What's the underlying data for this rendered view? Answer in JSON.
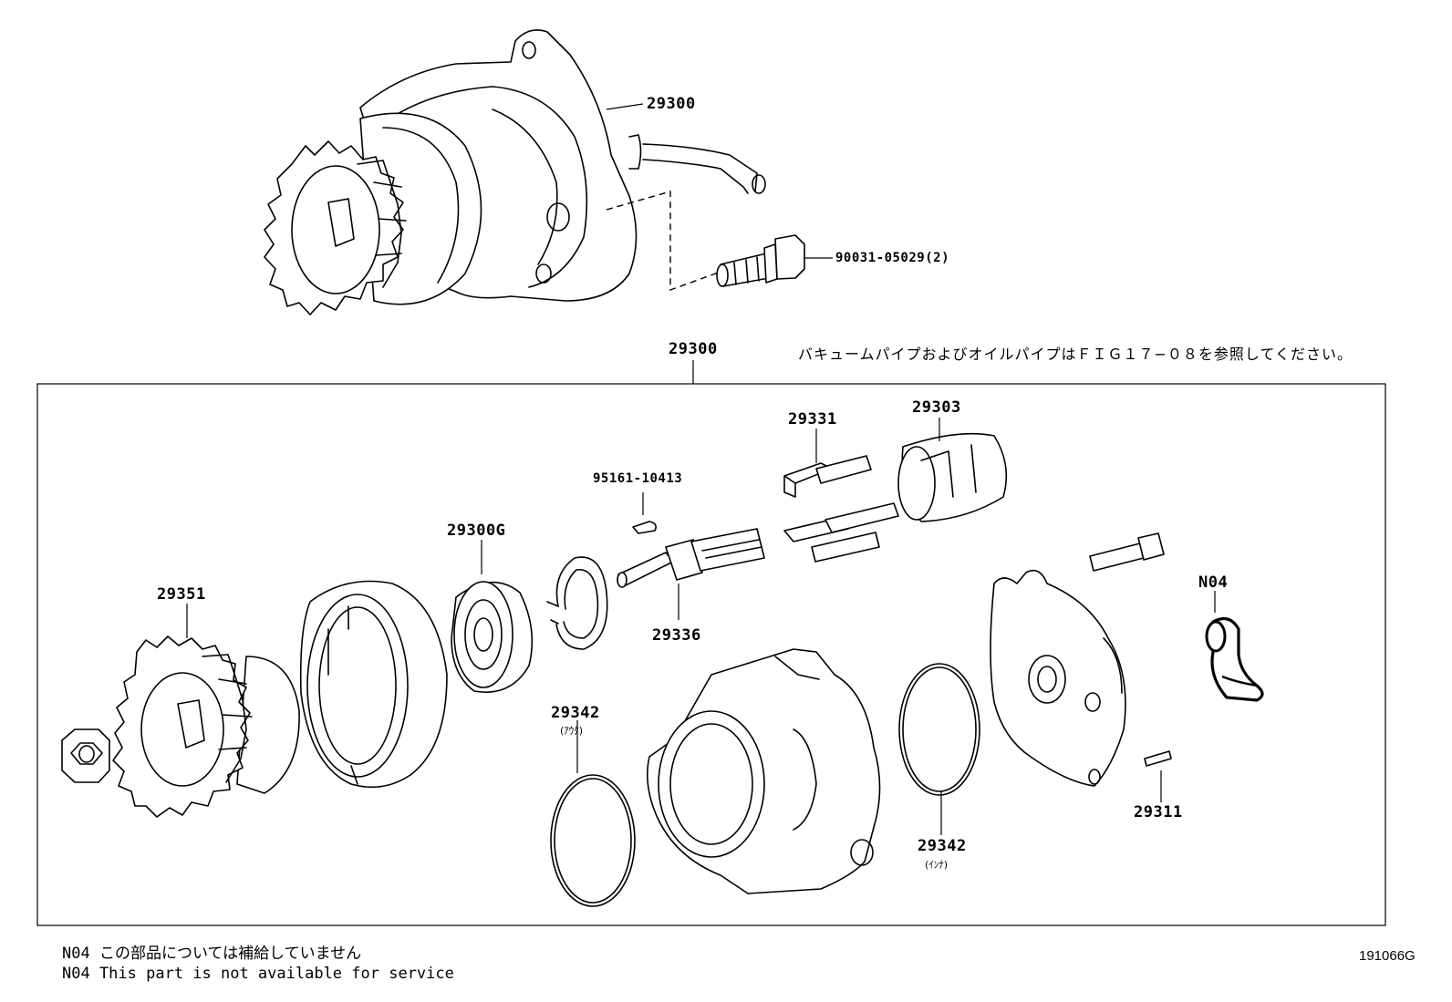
{
  "labels": {
    "top_assembly": "29300",
    "bolt_top": "90031-05029(2)",
    "box_assembly": "29300",
    "key": "95161-10413",
    "vane": "29331",
    "rotor": "29303",
    "bearing": "29300G",
    "gear": "29351",
    "shaft": "29336",
    "oring_outer": "29342",
    "oring_outer_sub": "(ｱｳﾀ)",
    "oring_inner": "29342",
    "oring_inner_sub": "(ｲﾝﾅ)",
    "pin": "29311",
    "n04": "N04"
  },
  "note_jp": "バキュームパイプおよびオイルパイプはＦＩＧ１７−０８を参照してください。",
  "footer": {
    "line1": "N04 この部品については補給していません",
    "line2": "N04 This part is not available for service"
  },
  "figure_id": "191066G"
}
